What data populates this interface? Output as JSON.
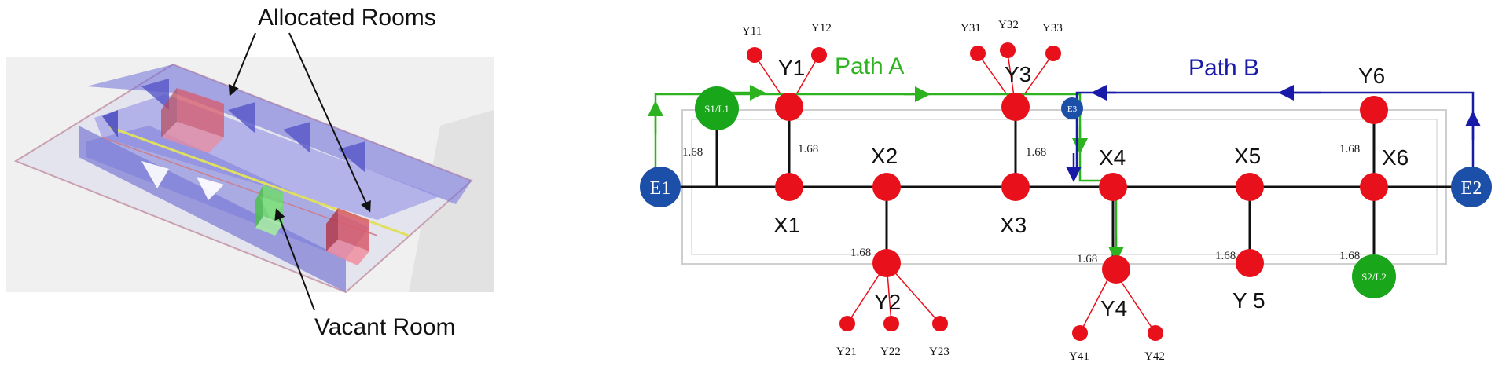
{
  "left_panel": {
    "allocated_label": "Allocated Rooms",
    "vacant_label": "Vacant Room"
  },
  "diagram": {
    "path_a_label": "Path A",
    "path_b_label": "Path B",
    "edge_label": "1.68",
    "entrances": {
      "e1": "E1",
      "e2": "E2",
      "e3": "E3"
    },
    "stairs": {
      "s1": "S1/L1",
      "s2": "S2/L2"
    },
    "corridor_nodes": [
      "X1",
      "X2",
      "X3",
      "X4",
      "X5",
      "X6"
    ],
    "room_nodes": [
      "Y1",
      "Y2",
      "Y3",
      "Y4",
      "Y 5",
      "Y6"
    ],
    "sub_rooms": [
      "Y11",
      "Y12",
      "Y21",
      "Y22",
      "Y23",
      "Y31",
      "Y32",
      "Y33",
      "Y41",
      "Y42"
    ]
  },
  "colors": {
    "path_a": "#2db31f",
    "path_b": "#1a1aa8",
    "node_red": "#e8101a",
    "entrance_blue": "#1c4fa8",
    "stair_green": "#1aa61a",
    "room_blue": "#6e6ee0",
    "room_red": "#d85a6a",
    "room_green": "#6ed86e"
  }
}
